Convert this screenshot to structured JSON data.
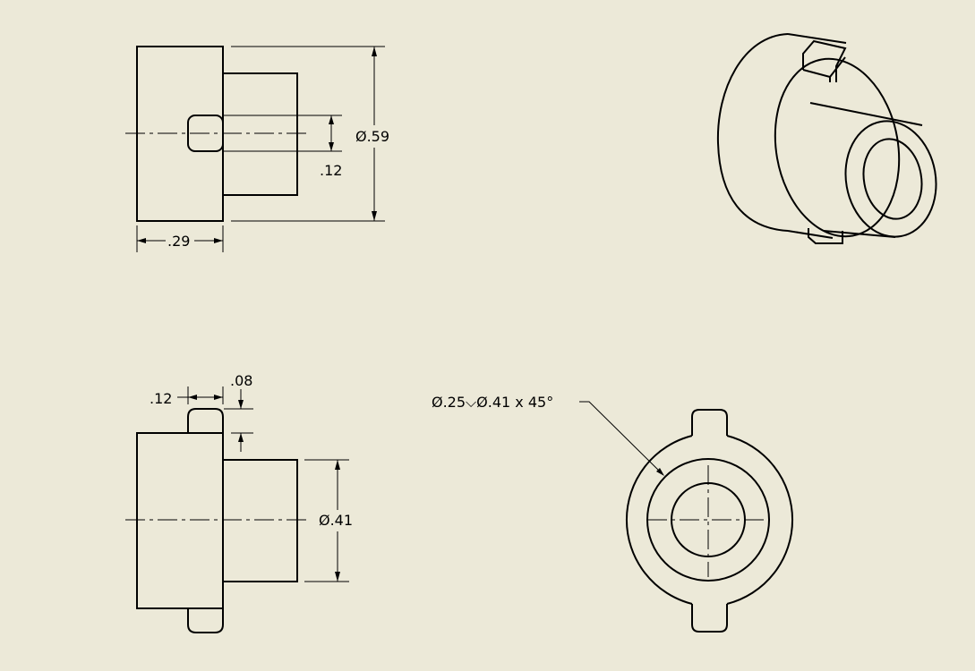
{
  "drawing": {
    "background_color": "#ECE9D8",
    "line_color": "#000000",
    "views": {
      "side_view_top": {
        "dim_diameter": "Ø.59",
        "dim_slot": ".12",
        "dim_length": ".29"
      },
      "side_view_bottom": {
        "dim_tab_width": ".12",
        "dim_tab_height": ".08",
        "dim_diameter": "Ø.41"
      },
      "end_view": {
        "callout": "Ø.25⌵Ø.41 x 45°"
      },
      "isometric_view": {}
    }
  }
}
